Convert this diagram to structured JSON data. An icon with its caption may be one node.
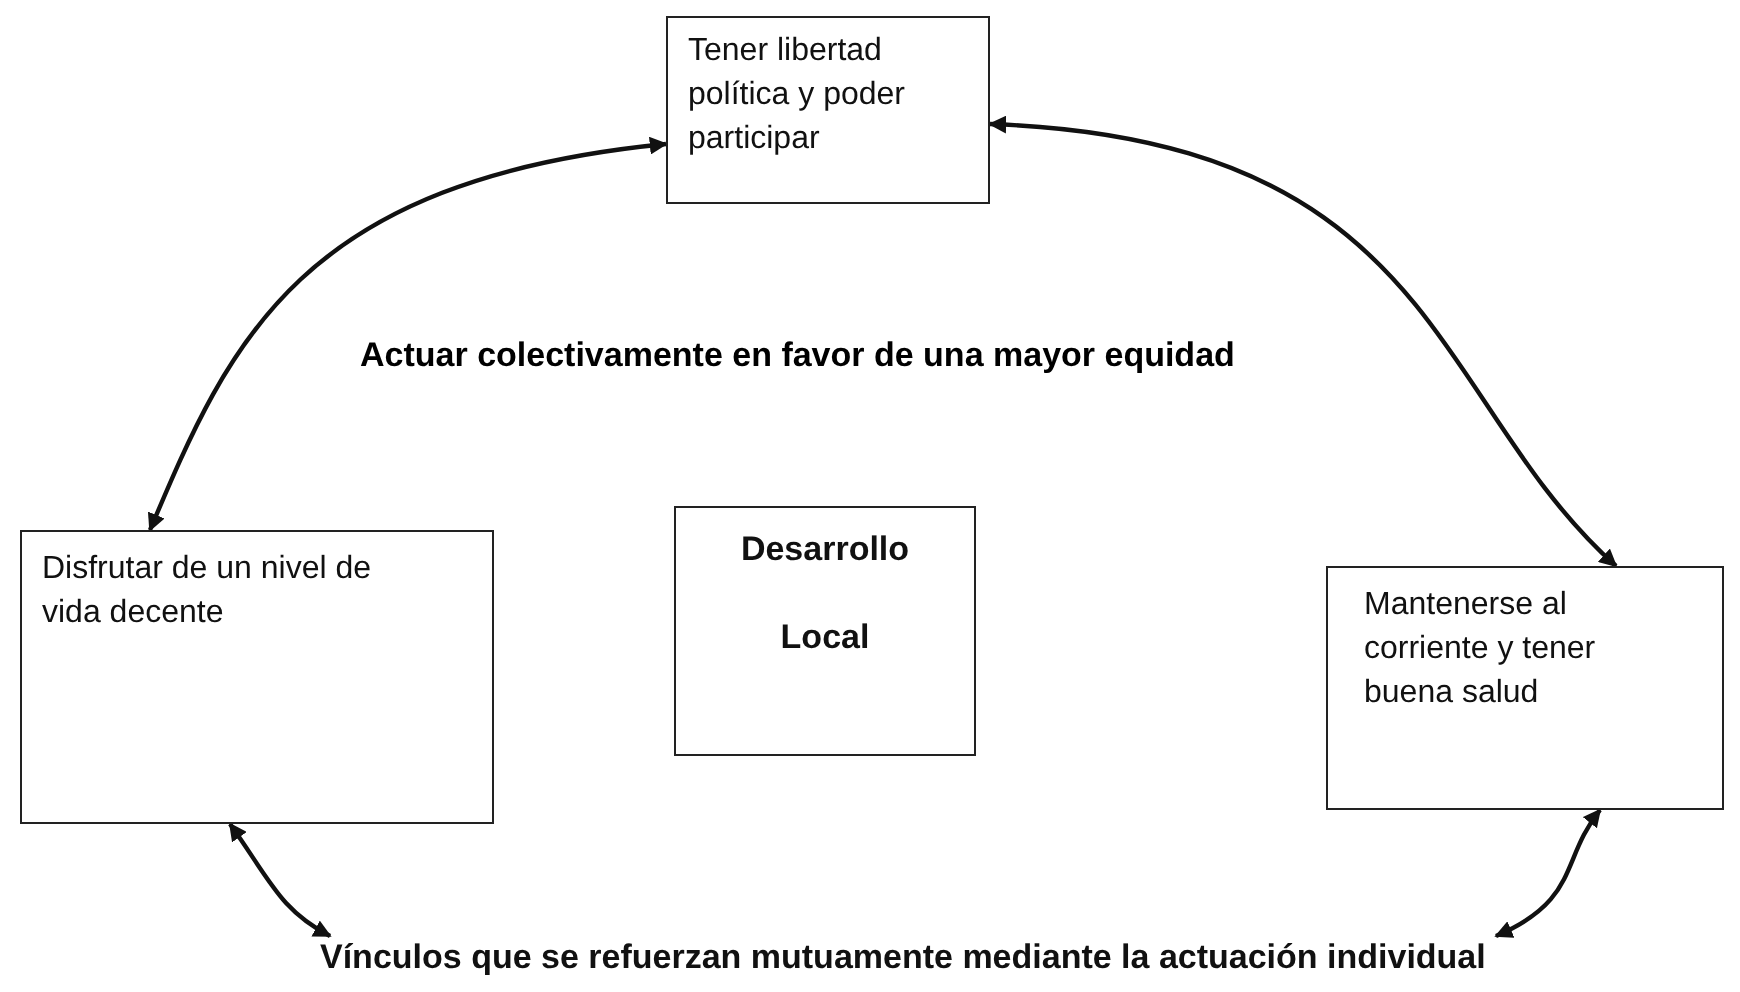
{
  "diagram": {
    "nodes": [
      {
        "text": [
          "Tener libertad política y poder participar"
        ]
      },
      {
        "text": [
          "Disfrutar de un nivel de vida decente"
        ]
      },
      {
        "text": [
          "Desarrollo",
          "Local"
        ]
      },
      {
        "text": [
          "Mantenerse al corriente y tener buena salud"
        ]
      },
      {
        "text": [
          "Vínculos que se refuerzan mutuamente mediante la actuación individual"
        ]
      }
    ],
    "edges": [
      {
        "from": 1,
        "to": 0,
        "arrow": "both"
      },
      {
        "from": 0,
        "to": 3,
        "arrow": "both"
      },
      {
        "from": 1,
        "to": 4,
        "arrow": "both"
      },
      {
        "from": 4,
        "to": 3,
        "arrow": "both"
      }
    ],
    "labels": [
      "Actuar colectivamente en favor de una mayor equidad"
    ]
  }
}
